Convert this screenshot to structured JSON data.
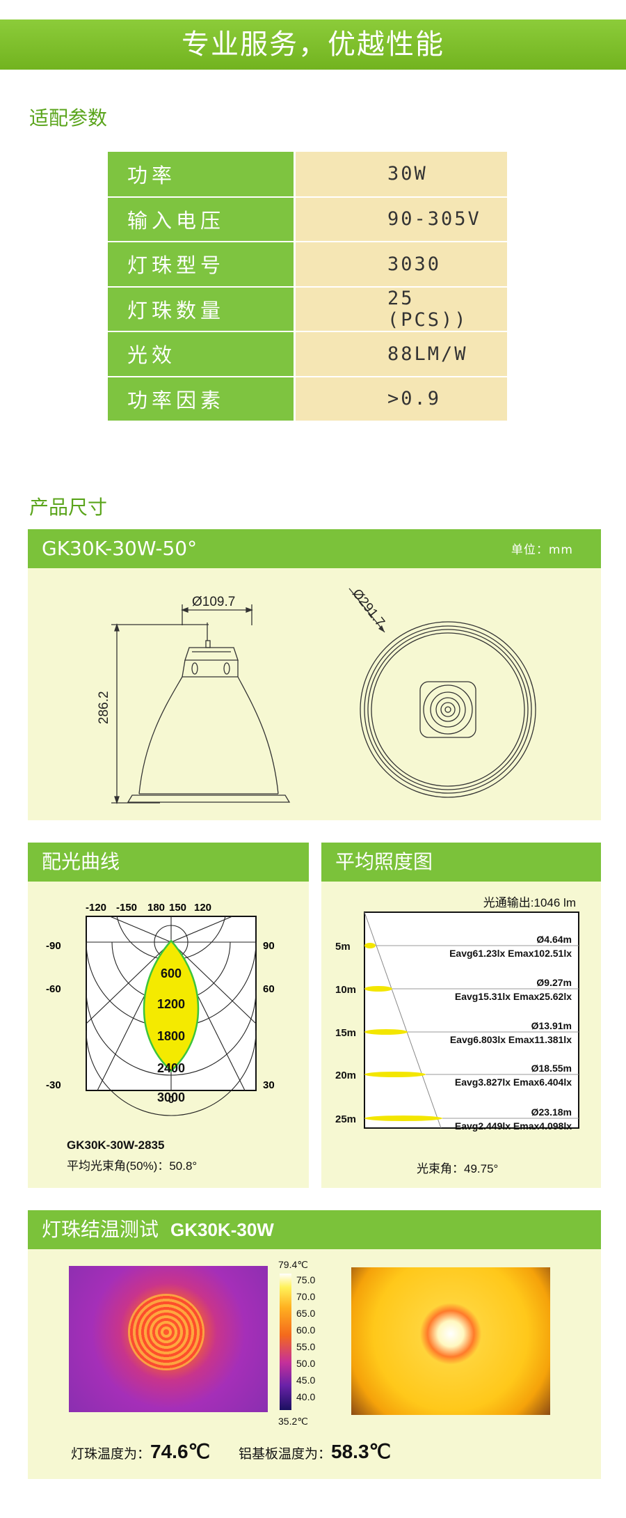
{
  "banner": {
    "title": "专业服务，优越性能"
  },
  "specs": {
    "title": "适配参数",
    "rows": [
      {
        "label": "功率",
        "value": "30W"
      },
      {
        "label": "输入电压",
        "value": "90-305V"
      },
      {
        "label": "灯珠型号",
        "value": "3030"
      },
      {
        "label": "灯珠数量",
        "value": "25 (PCS))"
      },
      {
        "label": "光效",
        "value": "88LM/W"
      },
      {
        "label": "功率因素",
        "value": ">0.9"
      }
    ]
  },
  "dimensions": {
    "title": "产品尺寸",
    "model": "GK30K-30W-50°",
    "unit": "单位：mm",
    "top_diameter": "Ø109.7",
    "height": "286.2",
    "outer_diameter": "Ø291.7"
  },
  "light_curve": {
    "title": "配光曲线",
    "top_ticks": [
      "-120",
      "-150",
      "180",
      "150",
      "120"
    ],
    "left_ticks": [
      "-90",
      "-60",
      "-30"
    ],
    "right_ticks": [
      "90",
      "60",
      "30"
    ],
    "bottom_tick": "0",
    "rings": [
      "600",
      "1200",
      "1800",
      "2400",
      "3000"
    ],
    "caption_model": "GK30K-30W-2835",
    "caption_angle": "平均光束角(50%)：50.8°"
  },
  "illuminance": {
    "title": "平均照度图",
    "flux": "光通输出:1046 lm",
    "rows": [
      {
        "dist": "5m",
        "dia": "Ø4.64m",
        "stats": "Eavg61.23lx   Emax102.51lx"
      },
      {
        "dist": "10m",
        "dia": "Ø9.27m",
        "stats": "Eavg15.31lx   Emax25.62lx"
      },
      {
        "dist": "15m",
        "dia": "Ø13.91m",
        "stats": "Eavg6.803lx   Emax11.381lx"
      },
      {
        "dist": "20m",
        "dia": "Ø18.55m",
        "stats": "Eavg3.827lx   Emax6.404lx"
      },
      {
        "dist": "25m",
        "dia": "Ø23.18m",
        "stats": "Eavg2.449lx   Emax4.098lx"
      }
    ],
    "beam": "光束角：49.75°"
  },
  "thermal": {
    "title": "灯珠结温测试",
    "model": "GK30K-30W",
    "scale_max": "79.4℃",
    "scale_min": "35.2℃",
    "scale_ticks": [
      "75.0",
      "70.0",
      "65.0",
      "60.0",
      "55.0",
      "50.0",
      "45.0",
      "40.0"
    ],
    "led_label": "灯珠温度为：",
    "led_value": "74.6℃",
    "board_label": "铝基板温度为：",
    "board_value": "58.3℃"
  },
  "colors": {
    "accent_green": "#7bc23a",
    "panel_bg": "#f6f8d2",
    "spec_value_bg": "#f5e6b4",
    "title_green": "#5aa41b"
  }
}
